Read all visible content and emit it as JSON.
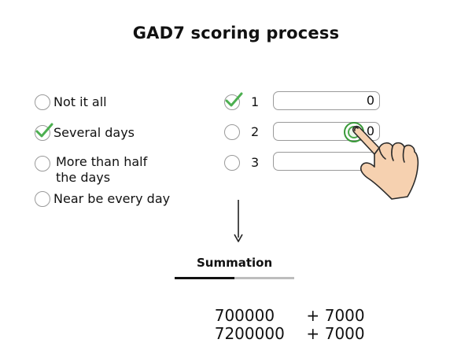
{
  "title": "GAD7 scoring process",
  "options": [
    {
      "label": "Not it all",
      "checked": false
    },
    {
      "label": "Several days",
      "checked": true
    },
    {
      "label_line1": "More than half",
      "label_line2": "the days",
      "checked": false
    },
    {
      "label": "Near be every day",
      "checked": false
    }
  ],
  "rows": [
    {
      "number": "1",
      "value": "0",
      "checked": true
    },
    {
      "number": "2",
      "value": "0",
      "checked": false
    },
    {
      "number": "3",
      "value": "",
      "checked": false
    }
  ],
  "summation": {
    "label": "Summation",
    "lines": [
      {
        "a": "700000",
        "op": "+",
        "b": "7000"
      },
      {
        "a": "7200000",
        "op": "+",
        "b": "7000"
      }
    ]
  },
  "colors": {
    "check": "#4caf50",
    "ripple": "#3a9a3a",
    "skin": "#f6d1b0"
  },
  "icons": [
    "check-icon",
    "pointing-hand-icon",
    "down-arrow-icon"
  ]
}
